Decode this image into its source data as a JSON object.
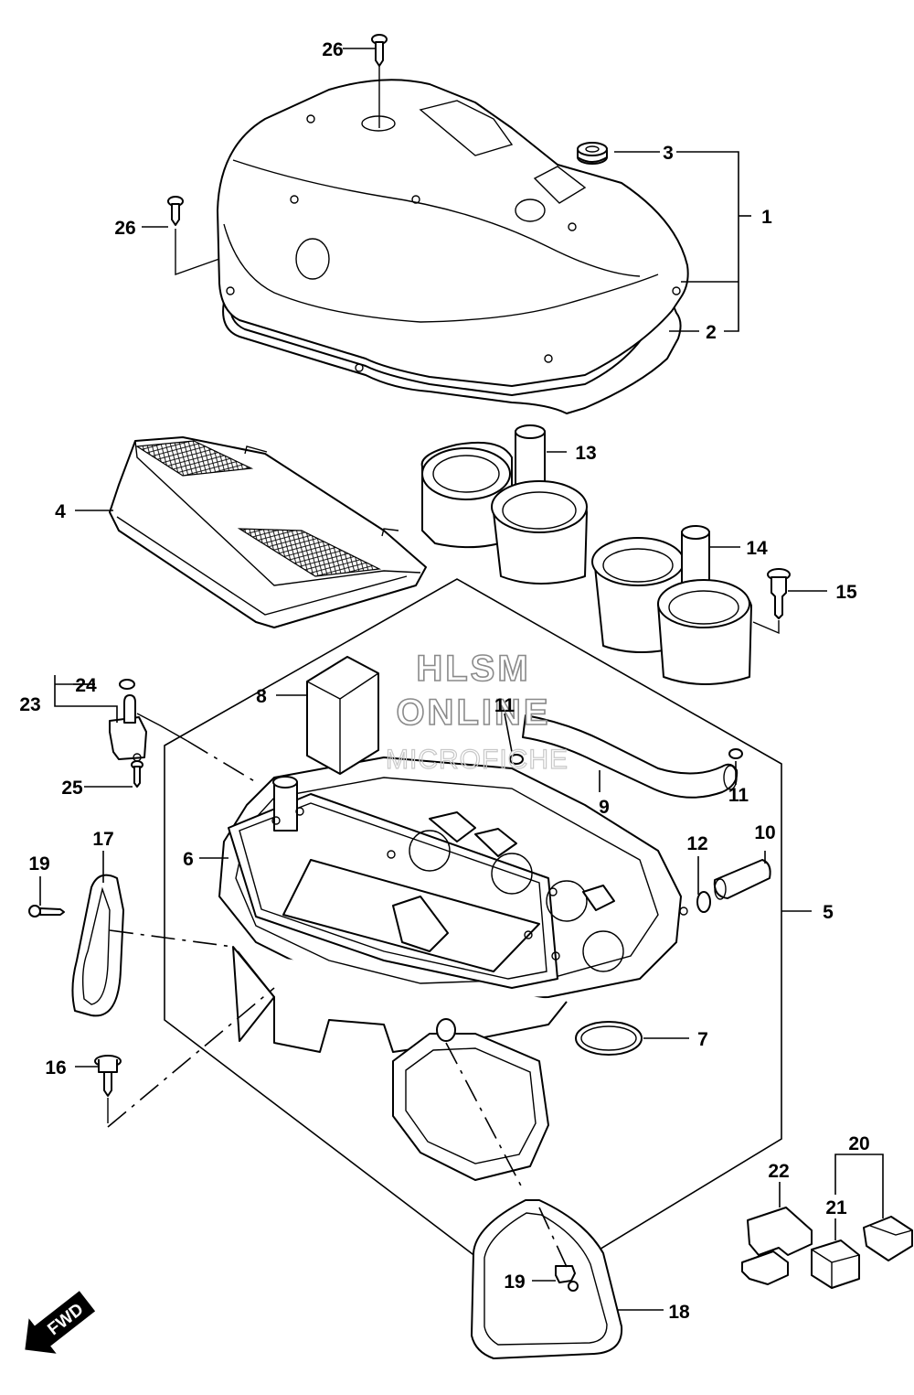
{
  "diagram": {
    "callouts": [
      {
        "id": "c1",
        "label": "1"
      },
      {
        "id": "c2",
        "label": "2"
      },
      {
        "id": "c3",
        "label": "3"
      },
      {
        "id": "c4",
        "label": "4"
      },
      {
        "id": "c5",
        "label": "5"
      },
      {
        "id": "c6",
        "label": "6"
      },
      {
        "id": "c7",
        "label": "7"
      },
      {
        "id": "c8",
        "label": "8"
      },
      {
        "id": "c9",
        "label": "9"
      },
      {
        "id": "c10",
        "label": "10"
      },
      {
        "id": "c11a",
        "label": "11"
      },
      {
        "id": "c11b",
        "label": "11"
      },
      {
        "id": "c12",
        "label": "12"
      },
      {
        "id": "c13",
        "label": "13"
      },
      {
        "id": "c14",
        "label": "14"
      },
      {
        "id": "c15",
        "label": "15"
      },
      {
        "id": "c16",
        "label": "16"
      },
      {
        "id": "c17",
        "label": "17"
      },
      {
        "id": "c18",
        "label": "18"
      },
      {
        "id": "c19a",
        "label": "19"
      },
      {
        "id": "c19b",
        "label": "19"
      },
      {
        "id": "c20",
        "label": "20"
      },
      {
        "id": "c21",
        "label": "21"
      },
      {
        "id": "c22",
        "label": "22"
      },
      {
        "id": "c23",
        "label": "23"
      },
      {
        "id": "c24",
        "label": "24"
      },
      {
        "id": "c25",
        "label": "25"
      },
      {
        "id": "c26a",
        "label": "26"
      },
      {
        "id": "c26b",
        "label": "26"
      }
    ],
    "watermark": {
      "line1": "HLSM",
      "line2": "ONLINE",
      "line3": "MICROFICHE"
    },
    "direction_badge": "FWD"
  }
}
